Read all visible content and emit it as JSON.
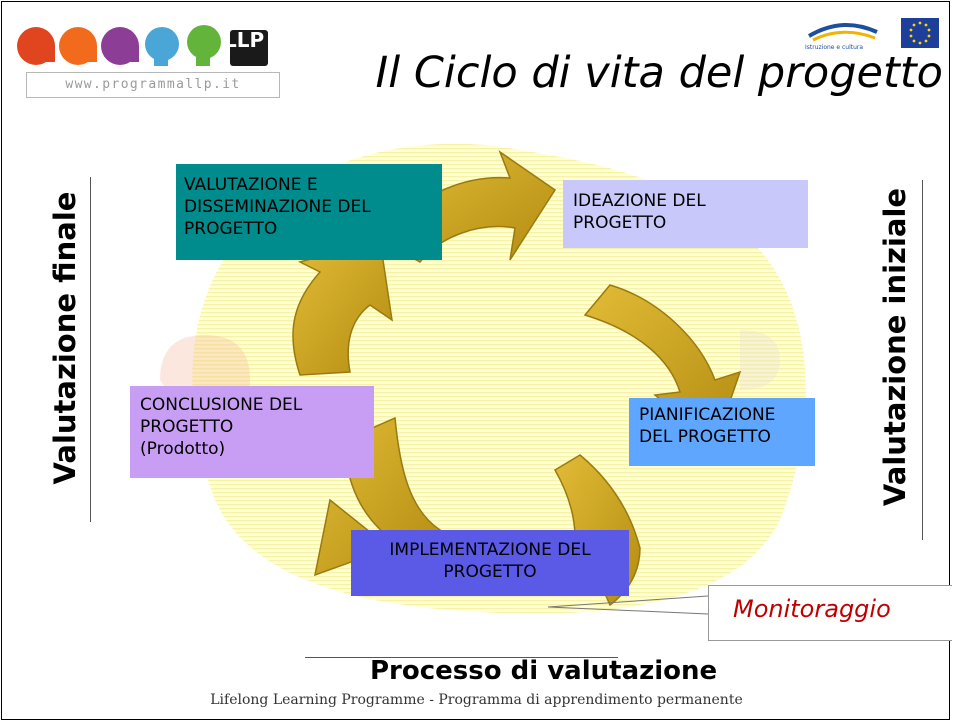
{
  "logo": {
    "text": "LLP",
    "url": "www.programmallp.it"
  },
  "title": "Il Ciclo di vita del progetto",
  "emblems": {
    "lab_caption": "Istruzione e cultura"
  },
  "side": {
    "left": "Valutazione finale",
    "right": "Valutazione iniziale"
  },
  "stages": {
    "valutazione": [
      "VALUTAZIONE E",
      "DISSEMINAZIONE DEL",
      "PROGETTO"
    ],
    "ideazione": [
      "IDEAZIONE DEL",
      "PROGETTO"
    ],
    "pianificazione": [
      "PIANIFICAZIONE",
      "DEL PROGETTO"
    ],
    "implementazione": [
      "IMPLEMENTAZIONE DEL",
      "PROGETTO"
    ],
    "conclusione": [
      "CONCLUSIONE DEL",
      "PROGETTO",
      "(Prodotto)"
    ]
  },
  "monitoring": "Monitoraggio",
  "bottom": "Processo di valutazione",
  "footer": "Lifelong Learning Programme - Programma di apprendimento permanente",
  "colors": {
    "valutazione": "#008c8c",
    "ideazione": "#c8c8fa",
    "pianificazione": "#5ea6ff",
    "implementazione": "#5a5ae6",
    "conclusione": "#c79ef4",
    "arrow": "#c9a21c",
    "monitoring": "#c00000"
  }
}
